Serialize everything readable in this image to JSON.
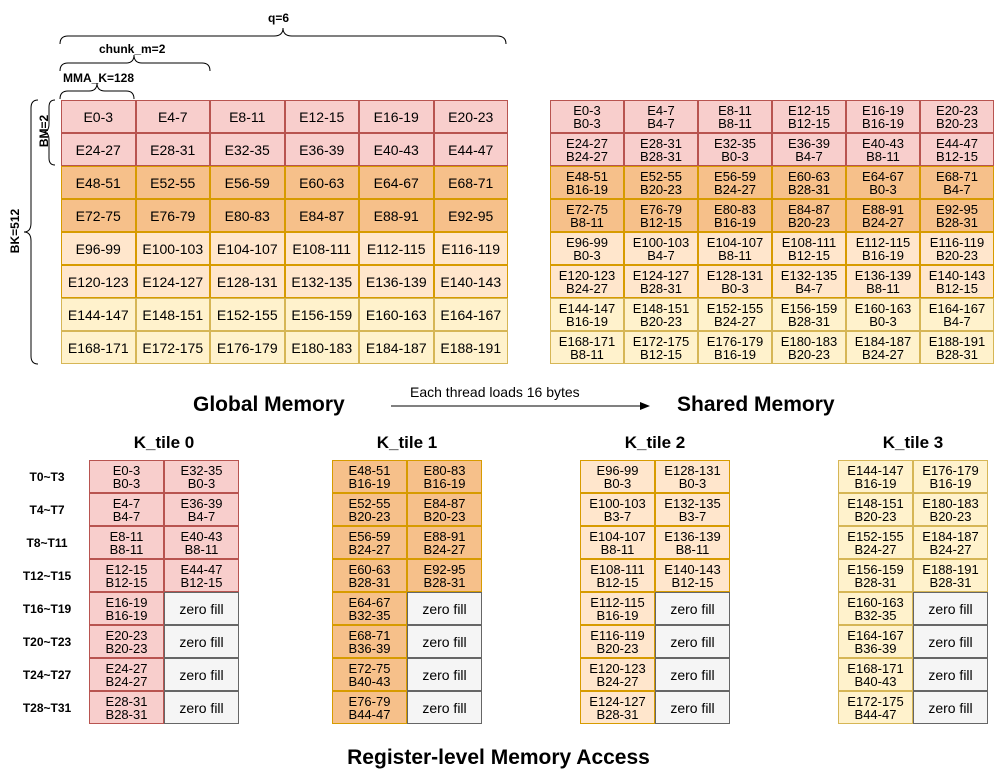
{
  "colors": {
    "pink": "#f8cecc",
    "pink_border": "#b85450",
    "orange": "#f6c08a",
    "light_orange": "#ffe6cc",
    "yellow": "#fff2cc",
    "yellow_border": "#d6b656",
    "zero": "#f5f5f5"
  },
  "dimensions": {
    "q": "q=6",
    "chunk_m": "chunk_m=2",
    "mma_k": "MMA_K=128",
    "bm": "BM=2",
    "bk": "BK=512"
  },
  "global_memory": {
    "title": "Global Memory",
    "rows": [
      [
        "E0-3",
        "E4-7",
        "E8-11",
        "E12-15",
        "E16-19",
        "E20-23"
      ],
      [
        "E24-27",
        "E28-31",
        "E32-35",
        "E36-39",
        "E40-43",
        "E44-47"
      ],
      [
        "E48-51",
        "E52-55",
        "E56-59",
        "E60-63",
        "E64-67",
        "E68-71"
      ],
      [
        "E72-75",
        "E76-79",
        "E80-83",
        "E84-87",
        "E88-91",
        "E92-95"
      ],
      [
        "E96-99",
        "E100-103",
        "E104-107",
        "E108-111",
        "E112-115",
        "E116-119"
      ],
      [
        "E120-123",
        "E124-127",
        "E128-131",
        "E132-135",
        "E136-139",
        "E140-143"
      ],
      [
        "E144-147",
        "E148-151",
        "E152-155",
        "E156-159",
        "E160-163",
        "E164-167"
      ],
      [
        "E168-171",
        "E172-175",
        "E176-179",
        "E180-183",
        "E184-187",
        "E188-191"
      ]
    ]
  },
  "arrow_label": "Each thread loads 16 bytes",
  "shared_memory": {
    "title": "Shared Memory",
    "rows": [
      [
        "E0-3\nB0-3",
        "E4-7\nB4-7",
        "E8-11\nB8-11",
        "E12-15\nB12-15",
        "E16-19\nB16-19",
        "E20-23\nB20-23"
      ],
      [
        "E24-27\nB24-27",
        "E28-31\nB28-31",
        "E32-35\nB0-3",
        "E36-39\nB4-7",
        "E40-43\nB8-11",
        "E44-47\nB12-15"
      ],
      [
        "E48-51\nB16-19",
        "E52-55\nB20-23",
        "E56-59\nB24-27",
        "E60-63\nB28-31",
        "E64-67\nB0-3",
        "E68-71\nB4-7"
      ],
      [
        "E72-75\nB8-11",
        "E76-79\nB12-15",
        "E80-83\nB16-19",
        "E84-87\nB20-23",
        "E88-91\nB24-27",
        "E92-95\nB28-31"
      ],
      [
        "E96-99\nB0-3",
        "E100-103\nB4-7",
        "E104-107\nB8-11",
        "E108-111\nB12-15",
        "E112-115\nB16-19",
        "E116-119\nB20-23"
      ],
      [
        "E120-123\nB24-27",
        "E124-127\nB28-31",
        "E128-131\nB0-3",
        "E132-135\nB4-7",
        "E136-139\nB8-11",
        "E140-143\nB12-15"
      ],
      [
        "E144-147\nB16-19",
        "E148-151\nB20-23",
        "E152-155\nB24-27",
        "E156-159\nB28-31",
        "E160-163\nB0-3",
        "E164-167\nB4-7"
      ],
      [
        "E168-171\nB8-11",
        "E172-175\nB12-15",
        "E176-179\nB16-19",
        "E180-183\nB20-23",
        "E184-187\nB24-27",
        "E188-191\nB28-31"
      ]
    ]
  },
  "register_level": {
    "title": "Register-level Memory Access",
    "thread_labels": [
      "T0~T3",
      "T4~T7",
      "T8~T11",
      "T12~T15",
      "T16~T19",
      "T20~T23",
      "T24~T27",
      "T28~T31"
    ],
    "k_tiles": [
      {
        "title": "K_tile 0",
        "rows": [
          [
            "E0-3\nB0-3",
            "E32-35\nB0-3"
          ],
          [
            "E4-7\nB4-7",
            "E36-39\nB4-7"
          ],
          [
            "E8-11\nB8-11",
            "E40-43\nB8-11"
          ],
          [
            "E12-15\nB12-15",
            "E44-47\nB12-15"
          ],
          [
            "E16-19\nB16-19",
            "zero fill"
          ],
          [
            "E20-23\nB20-23",
            "zero fill"
          ],
          [
            "E24-27\nB24-27",
            "zero fill"
          ],
          [
            "E28-31\nB28-31",
            "zero fill"
          ]
        ]
      },
      {
        "title": "K_tile 1",
        "rows": [
          [
            "E48-51\nB16-19",
            "E80-83\nB16-19"
          ],
          [
            "E52-55\nB20-23",
            "E84-87\nB20-23"
          ],
          [
            "E56-59\nB24-27",
            "E88-91\nB24-27"
          ],
          [
            "E60-63\nB28-31",
            "E92-95\nB28-31"
          ],
          [
            "E64-67\nB32-35",
            "zero fill"
          ],
          [
            "E68-71\nB36-39",
            "zero fill"
          ],
          [
            "E72-75\nB40-43",
            "zero fill"
          ],
          [
            "E76-79\nB44-47",
            "zero fill"
          ]
        ]
      },
      {
        "title": "K_tile 2",
        "rows": [
          [
            "E96-99\nB0-3",
            "E128-131\nB0-3"
          ],
          [
            "E100-103\nB3-7",
            "E132-135\nB3-7"
          ],
          [
            "E104-107\nB8-11",
            "E136-139\nB8-11"
          ],
          [
            "E108-111\nB12-15",
            "E140-143\nB12-15"
          ],
          [
            "E112-115\nB16-19",
            "zero fill"
          ],
          [
            "E116-119\nB20-23",
            "zero fill"
          ],
          [
            "E120-123\nB24-27",
            "zero fill"
          ],
          [
            "E124-127\nB28-31",
            "zero fill"
          ]
        ]
      },
      {
        "title": "K_tile 3",
        "rows": [
          [
            "E144-147\nB16-19",
            "E176-179\nB16-19"
          ],
          [
            "E148-151\nB20-23",
            "E180-183\nB20-23"
          ],
          [
            "E152-155\nB24-27",
            "E184-187\nB24-27"
          ],
          [
            "E156-159\nB28-31",
            "E188-191\nB28-31"
          ],
          [
            "E160-163\nB32-35",
            "zero fill"
          ],
          [
            "E164-167\nB36-39",
            "zero fill"
          ],
          [
            "E168-171\nB40-43",
            "zero fill"
          ],
          [
            "E172-175\nB44-47",
            "zero fill"
          ]
        ]
      }
    ]
  }
}
